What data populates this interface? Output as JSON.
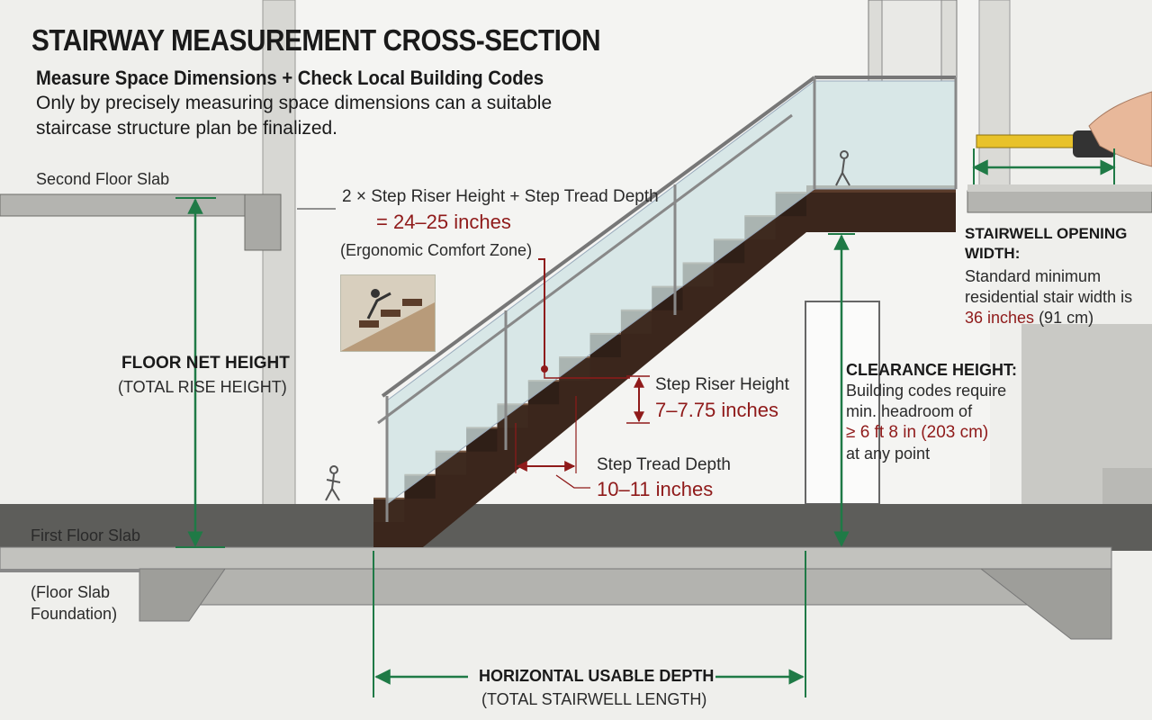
{
  "title": "STAIRWAY MEASUREMENT CROSS-SECTION",
  "subtitle": "Measure Space Dimensions + Check Local Building Codes",
  "description": [
    "Only by precisely measuring space dimensions can a suitable",
    "staircase structure plan be finalized."
  ],
  "labels": {
    "second_floor_slab": "Second Floor Slab",
    "first_floor_slab": "First Floor Slab",
    "foundation": [
      "(Floor Slab",
      "Foundation)"
    ],
    "formula": "2 × Step Riser Height + Step Tread Depth",
    "formula_value": "= 24–25 inches",
    "formula_note": "(Ergonomic Comfort Zone)",
    "floor_net_height": "FLOOR NET HEIGHT",
    "total_rise_height": "(TOTAL RISE HEIGHT)",
    "riser_label": "Step Riser Height",
    "riser_value": "7–7.75 inches",
    "tread_label": "Step Tread Depth",
    "tread_value": "10–11 inches",
    "clearance_title": "CLEARANCE HEIGHT:",
    "clearance_lines": [
      "Building codes require",
      "min. headroom of"
    ],
    "clearance_value": "≥ 6 ft 8 in (203 cm)",
    "clearance_tail": "at any point",
    "opening_title": [
      "STAIRWELL OPENING",
      "WIDTH:"
    ],
    "opening_lines": [
      "Standard minimum",
      "residential stair width is"
    ],
    "opening_value": "36 inches",
    "opening_tail": " (91 cm)",
    "horizontal_depth": "HORIZONTAL USABLE DEPTH",
    "total_length": "(TOTAL STAIRWELL LENGTH)"
  },
  "colors": {
    "dimension_green": "#1f7a46",
    "accent_red": "#8f1a1a",
    "stair_wood": "#3b261c",
    "glass": "#cfe3e3",
    "concrete": "#a9a9a4"
  }
}
